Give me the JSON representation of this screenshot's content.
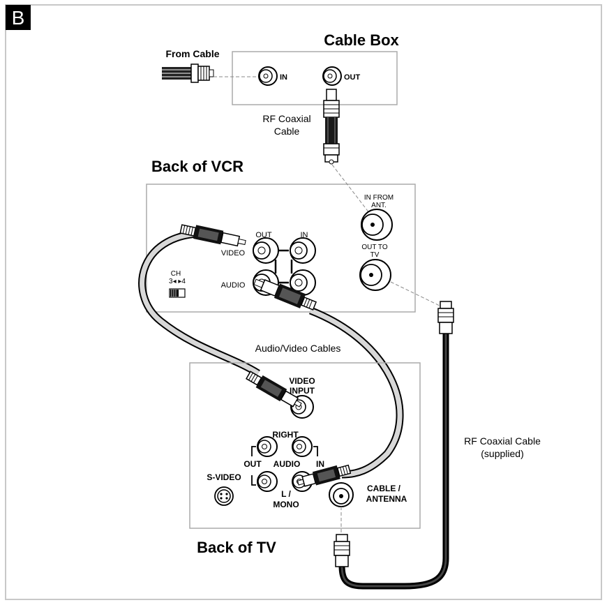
{
  "badge": "B",
  "cable_box": {
    "title": "Cable Box",
    "from_cable": "From Cable",
    "in_label": "IN",
    "out_label": "OUT"
  },
  "rf_cable_top": {
    "line1": "RF Coaxial",
    "line2": "Cable"
  },
  "vcr": {
    "title": "Back of VCR",
    "out": "OUT",
    "in": "IN",
    "video": "VIDEO",
    "audio": "AUDIO",
    "ch_label": "CH",
    "ch_values": "3◂ ▸4",
    "in_from_ant_1": "IN FROM",
    "in_from_ant_2": "ANT.",
    "out_to_tv_1": "OUT TO",
    "out_to_tv_2": "TV"
  },
  "av_cables": "Audio/Video Cables",
  "tv": {
    "title": "Back of TV",
    "video_input_1": "VIDEO",
    "video_input_2": "INPUT",
    "right": "RIGHT",
    "out": "OUT",
    "audio": "AUDIO",
    "in": "IN",
    "s_video": "S-VIDEO",
    "l_mono_1": "L /",
    "l_mono_2": "MONO",
    "cable_antenna_1": "CABLE /",
    "cable_antenna_2": "ANTENNA"
  },
  "rf_supplied": {
    "line1": "RF Coaxial Cable",
    "line2": "(supplied)"
  }
}
